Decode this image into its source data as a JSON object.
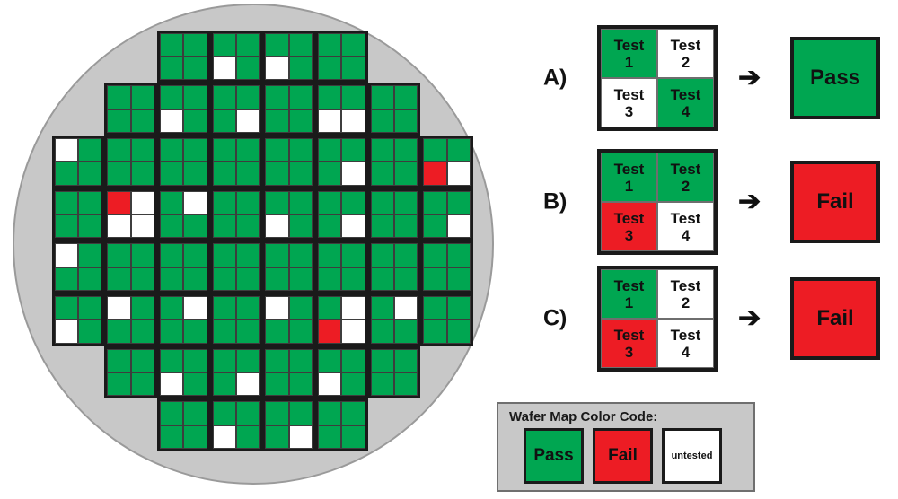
{
  "figure": {
    "title": "Wafer map and reticle pass/fail logic diagram"
  },
  "wafer": {
    "disc_color": "#c8c8c8",
    "pass_color": "#00a651",
    "fail_color": "#ed1c24",
    "untested_color": "#ffffff",
    "grid_columns": 16,
    "grid_rows": 16,
    "reticle_size": "2x2",
    "map": [
      [
        "x",
        "x",
        "x",
        "x",
        "p",
        "p",
        "p",
        "p",
        "p",
        "p",
        "p",
        "p",
        "x",
        "x",
        "x",
        "x"
      ],
      [
        "x",
        "x",
        "x",
        "x",
        "p",
        "p",
        "u",
        "p",
        "u",
        "p",
        "p",
        "p",
        "x",
        "x",
        "x",
        "x"
      ],
      [
        "x",
        "x",
        "p",
        "p",
        "p",
        "p",
        "p",
        "p",
        "p",
        "p",
        "p",
        "p",
        "p",
        "p",
        "x",
        "x"
      ],
      [
        "x",
        "x",
        "p",
        "p",
        "u",
        "p",
        "p",
        "u",
        "p",
        "p",
        "u",
        "u",
        "p",
        "p",
        "x",
        "x"
      ],
      [
        "u",
        "p",
        "p",
        "p",
        "p",
        "p",
        "p",
        "p",
        "p",
        "p",
        "p",
        "p",
        "p",
        "p",
        "p",
        "p"
      ],
      [
        "p",
        "p",
        "p",
        "p",
        "p",
        "p",
        "p",
        "p",
        "p",
        "p",
        "p",
        "u",
        "p",
        "p",
        "f",
        "u"
      ],
      [
        "p",
        "p",
        "f",
        "u",
        "p",
        "u",
        "p",
        "p",
        "p",
        "p",
        "p",
        "p",
        "p",
        "p",
        "p",
        "p"
      ],
      [
        "p",
        "p",
        "u",
        "u",
        "p",
        "p",
        "p",
        "p",
        "u",
        "p",
        "p",
        "u",
        "p",
        "p",
        "p",
        "u"
      ],
      [
        "u",
        "p",
        "p",
        "p",
        "p",
        "p",
        "p",
        "p",
        "p",
        "p",
        "p",
        "p",
        "p",
        "p",
        "p",
        "p"
      ],
      [
        "p",
        "p",
        "p",
        "p",
        "p",
        "p",
        "p",
        "p",
        "p",
        "p",
        "p",
        "p",
        "p",
        "p",
        "p",
        "p"
      ],
      [
        "p",
        "p",
        "u",
        "p",
        "p",
        "u",
        "p",
        "p",
        "u",
        "p",
        "p",
        "u",
        "p",
        "u",
        "p",
        "p"
      ],
      [
        "u",
        "p",
        "p",
        "p",
        "p",
        "p",
        "p",
        "p",
        "p",
        "p",
        "f",
        "u",
        "p",
        "p",
        "p",
        "p"
      ],
      [
        "x",
        "x",
        "p",
        "p",
        "p",
        "p",
        "p",
        "p",
        "p",
        "p",
        "p",
        "p",
        "p",
        "p",
        "x",
        "x"
      ],
      [
        "x",
        "x",
        "p",
        "p",
        "u",
        "p",
        "p",
        "u",
        "p",
        "p",
        "u",
        "p",
        "p",
        "p",
        "x",
        "x"
      ],
      [
        "x",
        "x",
        "x",
        "x",
        "p",
        "p",
        "p",
        "p",
        "p",
        "p",
        "p",
        "p",
        "x",
        "x",
        "x",
        "x"
      ],
      [
        "x",
        "x",
        "x",
        "x",
        "p",
        "p",
        "u",
        "p",
        "p",
        "u",
        "p",
        "p",
        "x",
        "x",
        "x",
        "x"
      ]
    ]
  },
  "examples": [
    {
      "id": "A",
      "label": "A)",
      "arrow": "➔",
      "tests": [
        {
          "word": "Test",
          "num": "1",
          "state": "pass"
        },
        {
          "word": "Test",
          "num": "2",
          "state": "untested"
        },
        {
          "word": "Test",
          "num": "3",
          "state": "untested"
        },
        {
          "word": "Test",
          "num": "4",
          "state": "pass"
        }
      ],
      "result": {
        "label": "Pass",
        "state": "pass"
      }
    },
    {
      "id": "B",
      "label": "B)",
      "arrow": "➔",
      "tests": [
        {
          "word": "Test",
          "num": "1",
          "state": "pass"
        },
        {
          "word": "Test",
          "num": "2",
          "state": "pass"
        },
        {
          "word": "Test",
          "num": "3",
          "state": "fail"
        },
        {
          "word": "Test",
          "num": "4",
          "state": "untested"
        }
      ],
      "result": {
        "label": "Fail",
        "state": "fail"
      }
    },
    {
      "id": "C",
      "label": "C)",
      "arrow": "➔",
      "tests": [
        {
          "word": "Test",
          "num": "1",
          "state": "pass"
        },
        {
          "word": "Test",
          "num": "2",
          "state": "untested"
        },
        {
          "word": "Test",
          "num": "3",
          "state": "fail"
        },
        {
          "word": "Test",
          "num": "4",
          "state": "untested"
        }
      ],
      "result": {
        "label": "Fail",
        "state": "fail"
      }
    }
  ],
  "legend": {
    "title": "Wafer Map Color Code:",
    "items": [
      {
        "label": "Pass",
        "state": "pass"
      },
      {
        "label": "Fail",
        "state": "fail"
      },
      {
        "label": "untested",
        "state": "untested"
      }
    ]
  }
}
